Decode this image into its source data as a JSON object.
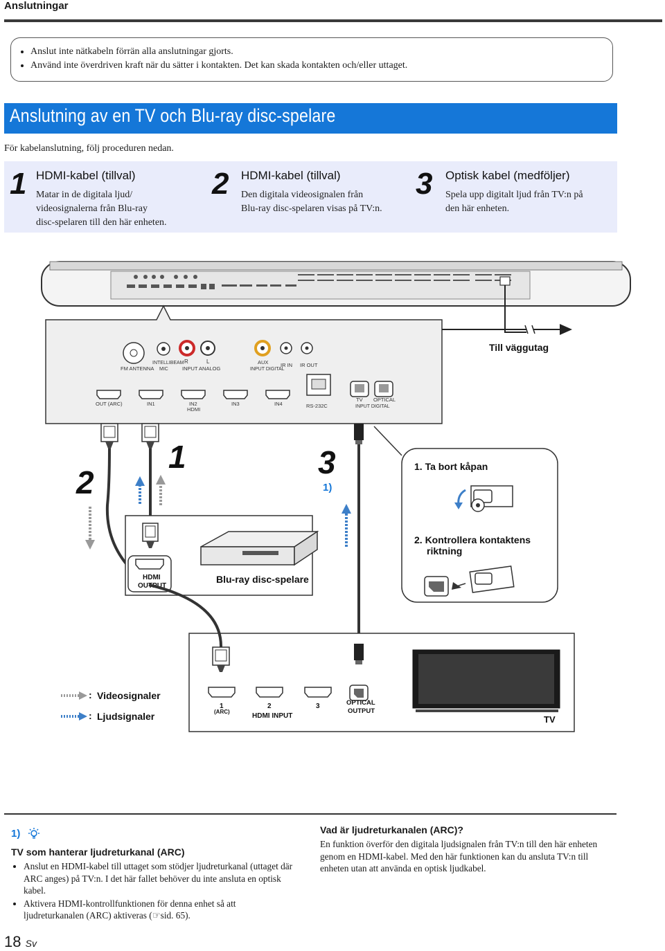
{
  "header": {
    "title": "Anslutningar"
  },
  "caution": {
    "items": [
      "Anslut inte nätkabeln förrän alla anslutningar gjorts.",
      "Använd inte överdriven kraft när du sätter i kontakten. Det kan skada kontakten och/eller uttaget."
    ]
  },
  "section": {
    "title": "Anslutning av en TV och Blu-ray disc-spelare",
    "intro": "För kabelanslutning, följ proceduren nedan."
  },
  "steps": [
    {
      "num": "1",
      "head": "HDMI-kabel (tillval)",
      "body": [
        "Matar in de digitala ljud/",
        "videosignalerna från Blu-ray",
        "disc-spelaren till den här enheten."
      ]
    },
    {
      "num": "2",
      "head": "HDMI-kabel (tillval)",
      "body": [
        "Den digitala videosignalen från",
        "Blu-ray disc-spelaren visas på TV:n."
      ]
    },
    {
      "num": "3",
      "head": "Optisk kabel (medföljer)",
      "body": [
        "Spela upp digitalt ljud från TV:n på",
        "den här enheten."
      ]
    }
  ],
  "diagram": {
    "panel": {
      "fm_antenna": "FM ANTENNA",
      "intellibeam_mic": [
        "INTELLIBEAM",
        "MIC"
      ],
      "input_analog_r": "R",
      "input_analog_l": "L",
      "input_analog": "INPUT ANALOG",
      "aux": [
        "AUX",
        "INPUT DIGITAL"
      ],
      "ir_in": "IR IN",
      "ir_out": "IR OUT",
      "hdmi_ports": [
        "OUT (ARC)",
        "IN1",
        "IN2",
        "IN3",
        "IN4"
      ],
      "hdmi_label": "HDMI",
      "rs232c": "RS-232C",
      "tv": "TV",
      "optical": "OPTICAL",
      "input_digital": "INPUT DIGITAL"
    },
    "wall": "Till väggutag",
    "markers": {
      "m1": "1",
      "m2": "2",
      "m3": "3",
      "fn_ref": "1)"
    },
    "remove_cap": "1. Ta bort kåpan",
    "check_dir": [
      "2. Kontrollera kontaktens",
      "riktning"
    ],
    "player": {
      "port": [
        "HDMI",
        "OUTPUT"
      ],
      "name": "Blu-ray disc-spelare"
    },
    "legend": {
      "video": "Videosignaler",
      "audio": "Ljudsignaler",
      "colon": ":"
    },
    "tv": {
      "port1": "1",
      "arc": "(ARC)",
      "port2": "2",
      "port3": "3",
      "hdmi_input": "HDMI INPUT",
      "optical_output": [
        "OPTICAL",
        "OUTPUT"
      ],
      "name": "TV"
    }
  },
  "footnote": {
    "ref": "1)",
    "heading": "TV som hanterar ljudreturkanal (ARC)",
    "items": [
      "Anslut en HDMI-kabel till uttaget som stödjer ljudreturkanal (uttaget där ARC anges) på TV:n. I det här fallet behöver du inte ansluta en optisk kabel.",
      "Aktivera HDMI-kontrollfunktionen för denna enhet så att ljudreturkanalen (ARC) aktiveras (☞sid. 65)."
    ]
  },
  "arc_info": {
    "heading": "Vad är ljudreturkanalen (ARC)?",
    "body": "En funktion överför den digitala ljudsignalen från TV:n till den här enheten genom en HDMI-kabel. Med den här funktionen kan du ansluta TV:n till enheten utan att använda en optisk ljudkabel."
  },
  "page": {
    "number": "18",
    "lang": "Sv"
  }
}
